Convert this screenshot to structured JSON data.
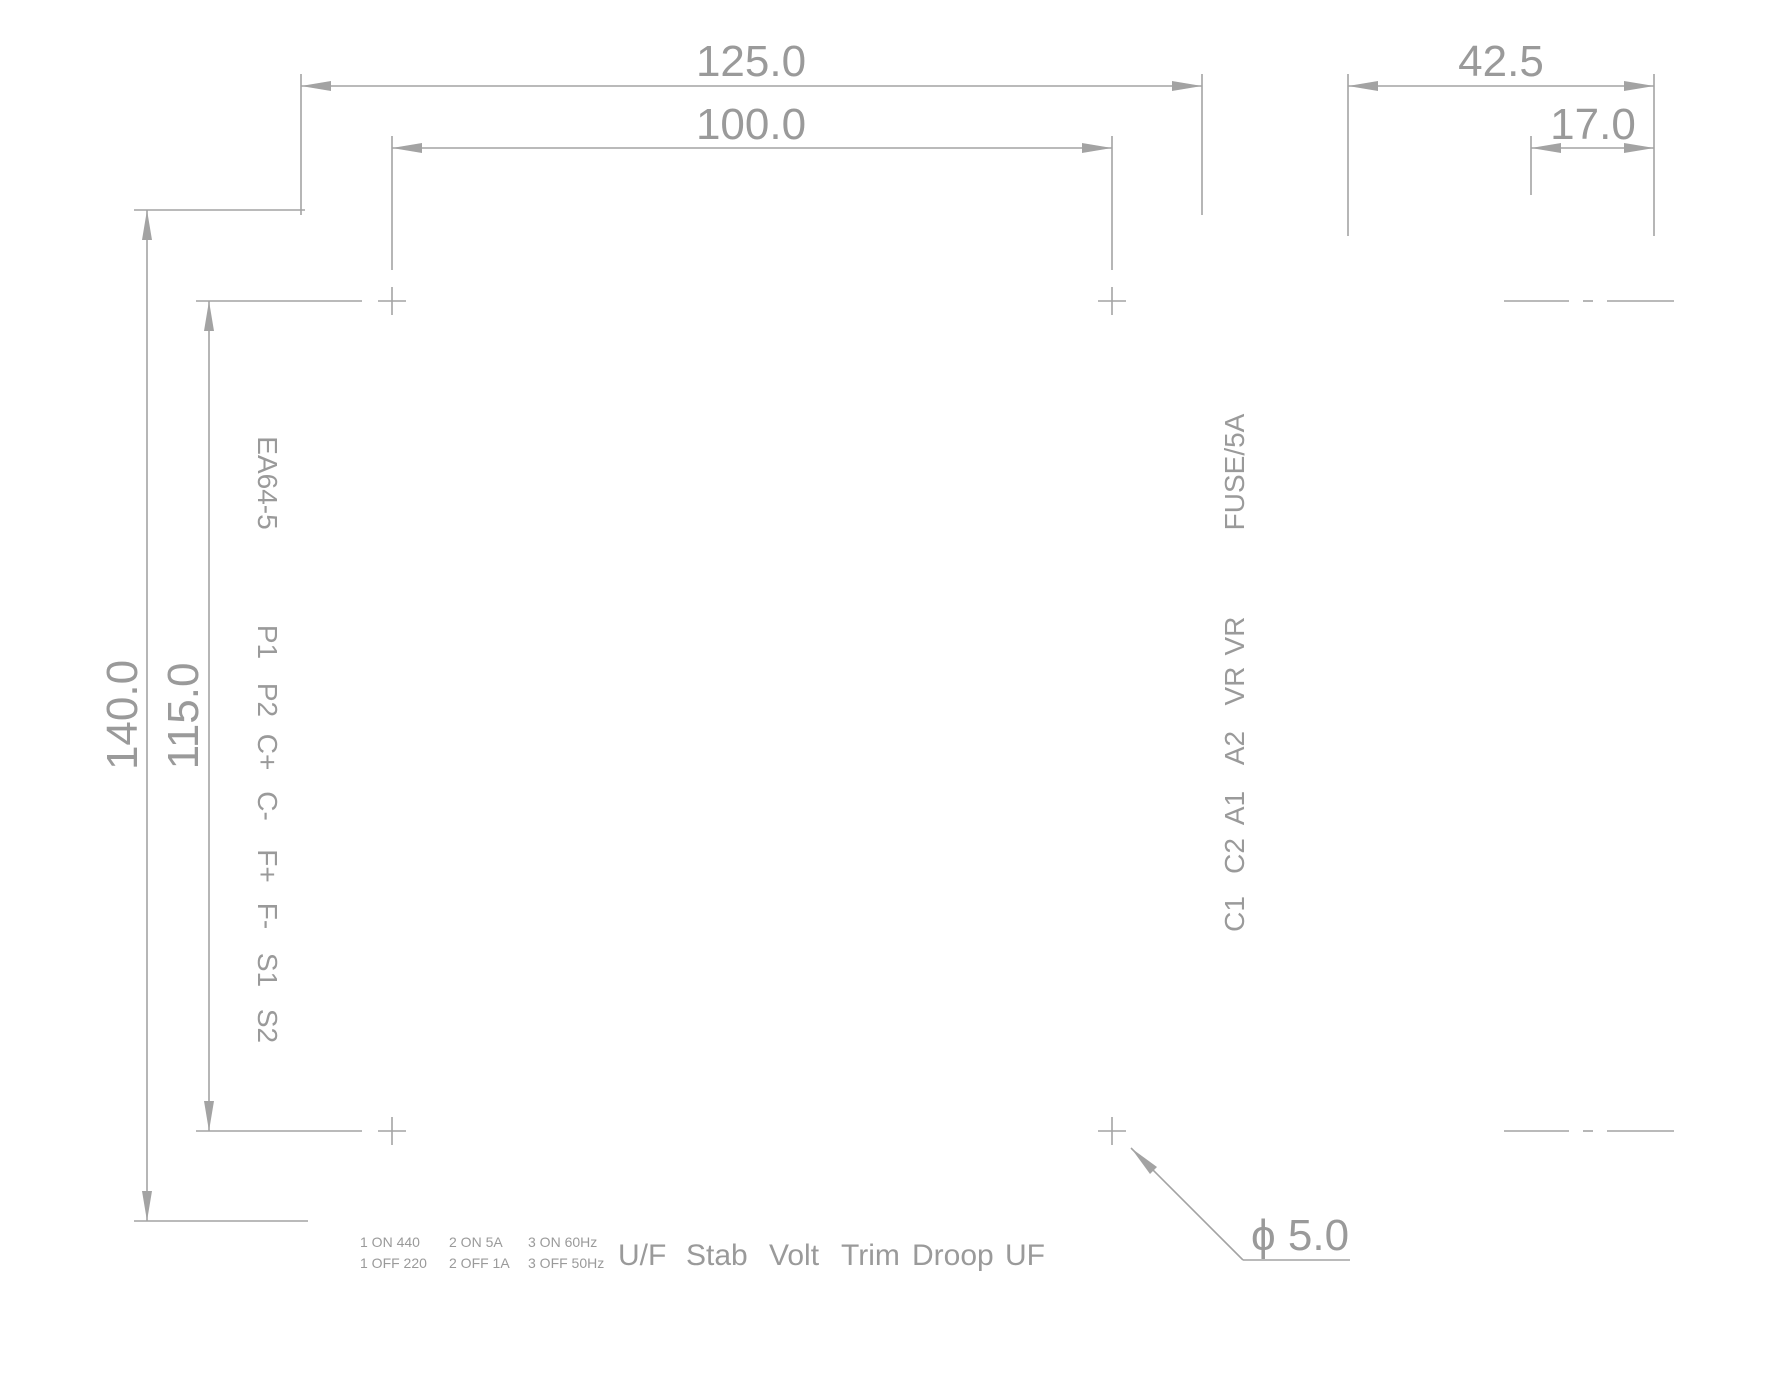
{
  "dimensions": {
    "overall_width": "125.0",
    "hole_spacing_x": "100.0",
    "overall_depth": "42.5",
    "depth_offset": "17.0",
    "overall_height": "140.0",
    "hole_spacing_y": "115.0",
    "hole_diameter": "ϕ 5.0"
  },
  "model": "EA64-5",
  "left_terminals": [
    "P1",
    "P2",
    "C+",
    "C-",
    "F+",
    "F-",
    "S1",
    "S2"
  ],
  "right_terminals": [
    "C1",
    "C2",
    "A1",
    "A2",
    "VR",
    "VR"
  ],
  "fuse": "FUSE/5A",
  "dip_switches": [
    {
      "on": "1 ON 440",
      "off": "1 OFF 220"
    },
    {
      "on": "2 ON 5A",
      "off": "2 OFF 1A"
    },
    {
      "on": "3 ON 60Hz",
      "off": "3 OFF 50Hz"
    }
  ],
  "potentiometers": [
    "U/F",
    "Stab",
    "Volt",
    "Trim",
    "Droop",
    "UF"
  ]
}
